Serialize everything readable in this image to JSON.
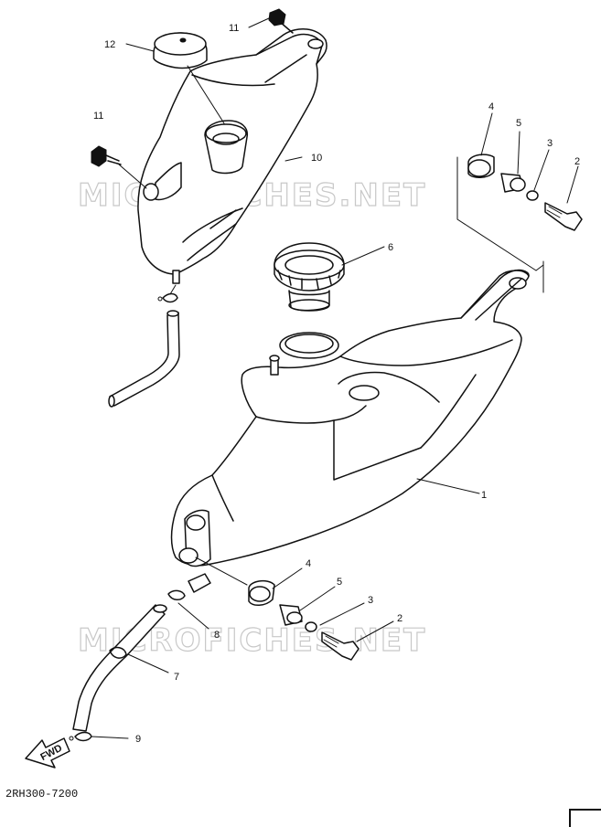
{
  "watermark": {
    "text": "MICROFICHES.NET",
    "color": "#c8c8c8"
  },
  "reference_code": "2RH300-7200",
  "fwd_label": "FWD",
  "callouts": {
    "p1": "1",
    "p2_top": "2",
    "p3_top": "3",
    "p4_top": "4",
    "p5_top": "5",
    "p6": "6",
    "p2_bottom": "2",
    "p3_bottom": "3",
    "p4_bottom": "4",
    "p5_bottom": "5",
    "p7": "7",
    "p8": "8",
    "p9": "9",
    "p10": "10",
    "p11_top": "11",
    "p11_left": "11",
    "p12": "12"
  },
  "colors": {
    "line": "#111111",
    "background": "#ffffff"
  }
}
